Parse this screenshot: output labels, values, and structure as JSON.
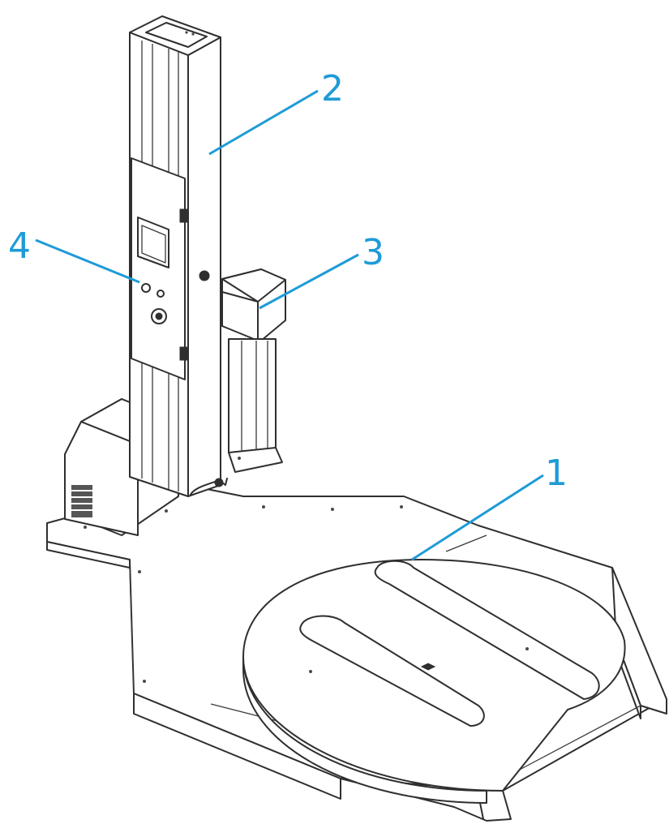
{
  "colors": {
    "line": "#2f2f2f",
    "callout": "#1e9bd7",
    "background": "#ffffff"
  },
  "callouts": [
    {
      "id": "1",
      "label": "1"
    },
    {
      "id": "2",
      "label": "2"
    },
    {
      "id": "3",
      "label": "3"
    },
    {
      "id": "4",
      "label": "4"
    }
  ]
}
